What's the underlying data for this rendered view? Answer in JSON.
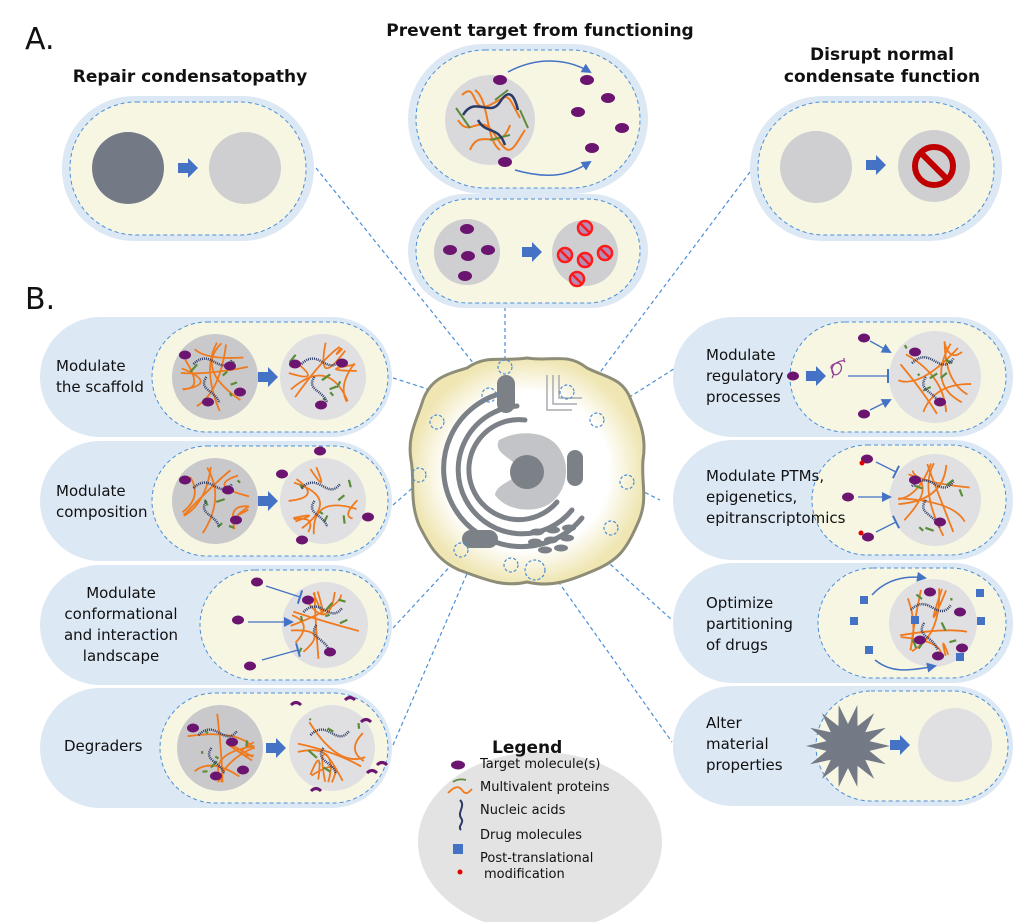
{
  "figure": {
    "section_a": {
      "letter": "A.",
      "panels": [
        {
          "id": "repair",
          "heading": "Repair condensatopathy"
        },
        {
          "id": "prevent",
          "heading": "Prevent target from functioning"
        },
        {
          "id": "disrupt",
          "heading_line1": "Disrupt normal",
          "heading_line2": "condensate function"
        }
      ]
    },
    "section_b": {
      "letter": "B.",
      "left_panels": [
        {
          "id": "scaffold",
          "lines": [
            "Modulate",
            "the scaffold"
          ]
        },
        {
          "id": "composition",
          "lines": [
            "Modulate",
            "composition"
          ]
        },
        {
          "id": "conformational",
          "lines": [
            "Modulate",
            "conformational",
            "and interaction",
            "landscape"
          ]
        },
        {
          "id": "degraders",
          "lines": [
            "Degraders"
          ]
        }
      ],
      "right_panels": [
        {
          "id": "regulatory",
          "lines": [
            "Modulate",
            "regulatory",
            "processes"
          ]
        },
        {
          "id": "ptms",
          "lines": [
            "Modulate PTMs,",
            "epigenetics,",
            "epitranscriptomics"
          ]
        },
        {
          "id": "partitioning",
          "lines": [
            "Optimize",
            "partitioning",
            "of drugs"
          ]
        },
        {
          "id": "material",
          "lines": [
            "Alter",
            "material",
            "properties"
          ]
        }
      ]
    },
    "legend": {
      "title": "Legend",
      "items": [
        {
          "icon": "target-molecule-icon",
          "label": "Target molecule(s)"
        },
        {
          "icon": "multivalent-protein-icon",
          "label": "Multivalent proteins"
        },
        {
          "icon": "nucleic-acid-icon",
          "label": "Nucleic acids"
        },
        {
          "icon": "drug-molecule-icon",
          "label": "Drug molecules"
        },
        {
          "icon": "ptm-icon",
          "label_line1": "Post-translational",
          "label_line2": "modification"
        }
      ]
    },
    "colors": {
      "panel_outer": "#dde8f5",
      "panel_inner": "#f7f6e3",
      "dash_blue": "#4a8fd6",
      "arrow_blue": "#4472c4",
      "target_purple": "#6b1570",
      "protein_orange": "#f07a1e",
      "protein_green": "#5b8c3a",
      "nucleic_navy": "#2b3a67",
      "condensate_gray": "#c9c9cc",
      "condensate_dark": "#737a86",
      "prohibit_red": "#c00000",
      "legend_bg": "#e3e3e3"
    }
  }
}
